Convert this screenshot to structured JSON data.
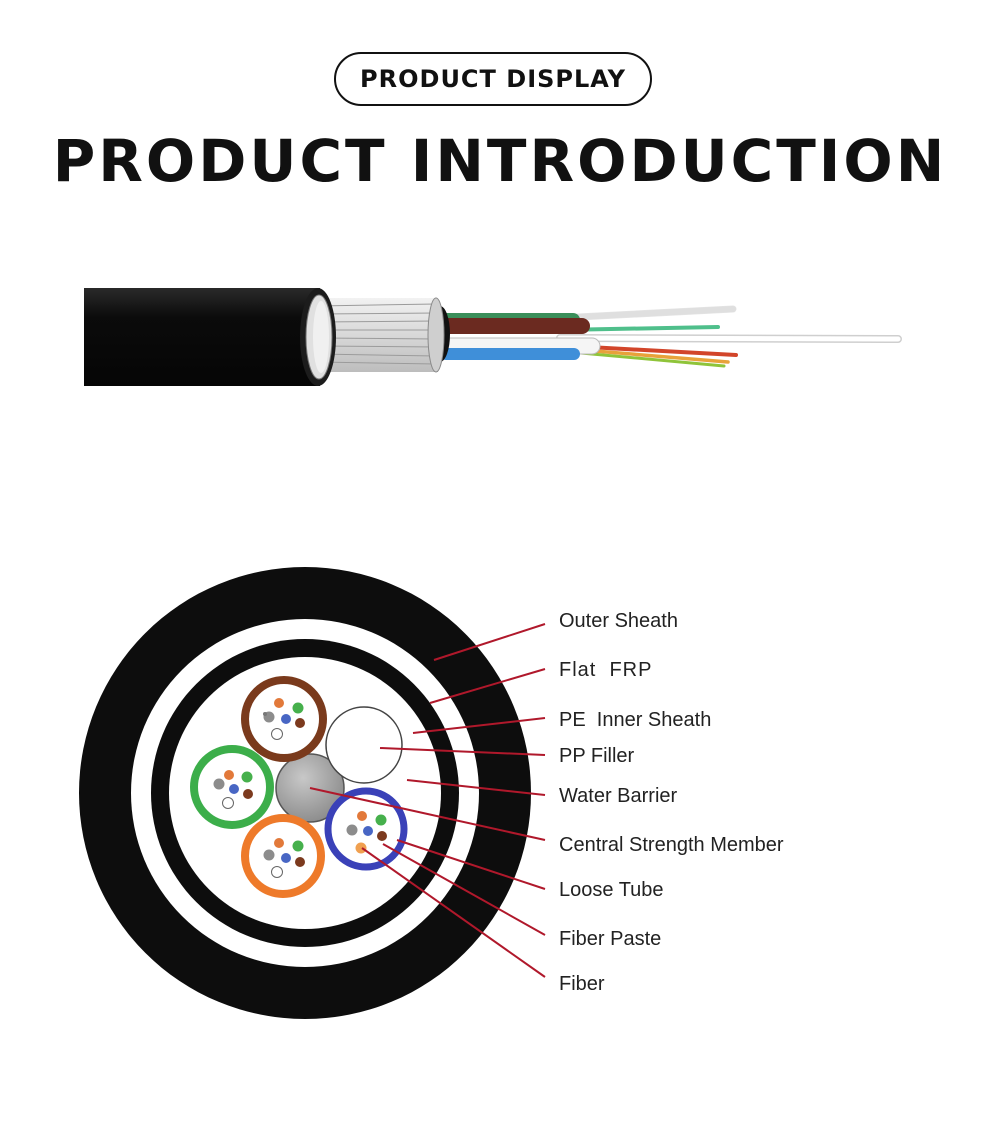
{
  "header": {
    "badge": "PRODUCT DISPLAY",
    "title": "PRODUCT INTRODUCTION"
  },
  "labels": [
    "Outer Sheath",
    "Flat  FRP",
    "PE  Inner Sheath",
    "PP Filler",
    "Water Barrier",
    "Central Strength Member",
    "Loose Tube",
    "Fiber Paste",
    "Fiber"
  ],
  "colors": {
    "sheath": "#0d0d0d",
    "leader": "#b0182b",
    "tube_brown": "#7a3a1c",
    "tube_green": "#3cae4a",
    "tube_orange": "#ee7a2a",
    "tube_blue": "#3a41b8",
    "strength_member": "#9a9a9a"
  }
}
